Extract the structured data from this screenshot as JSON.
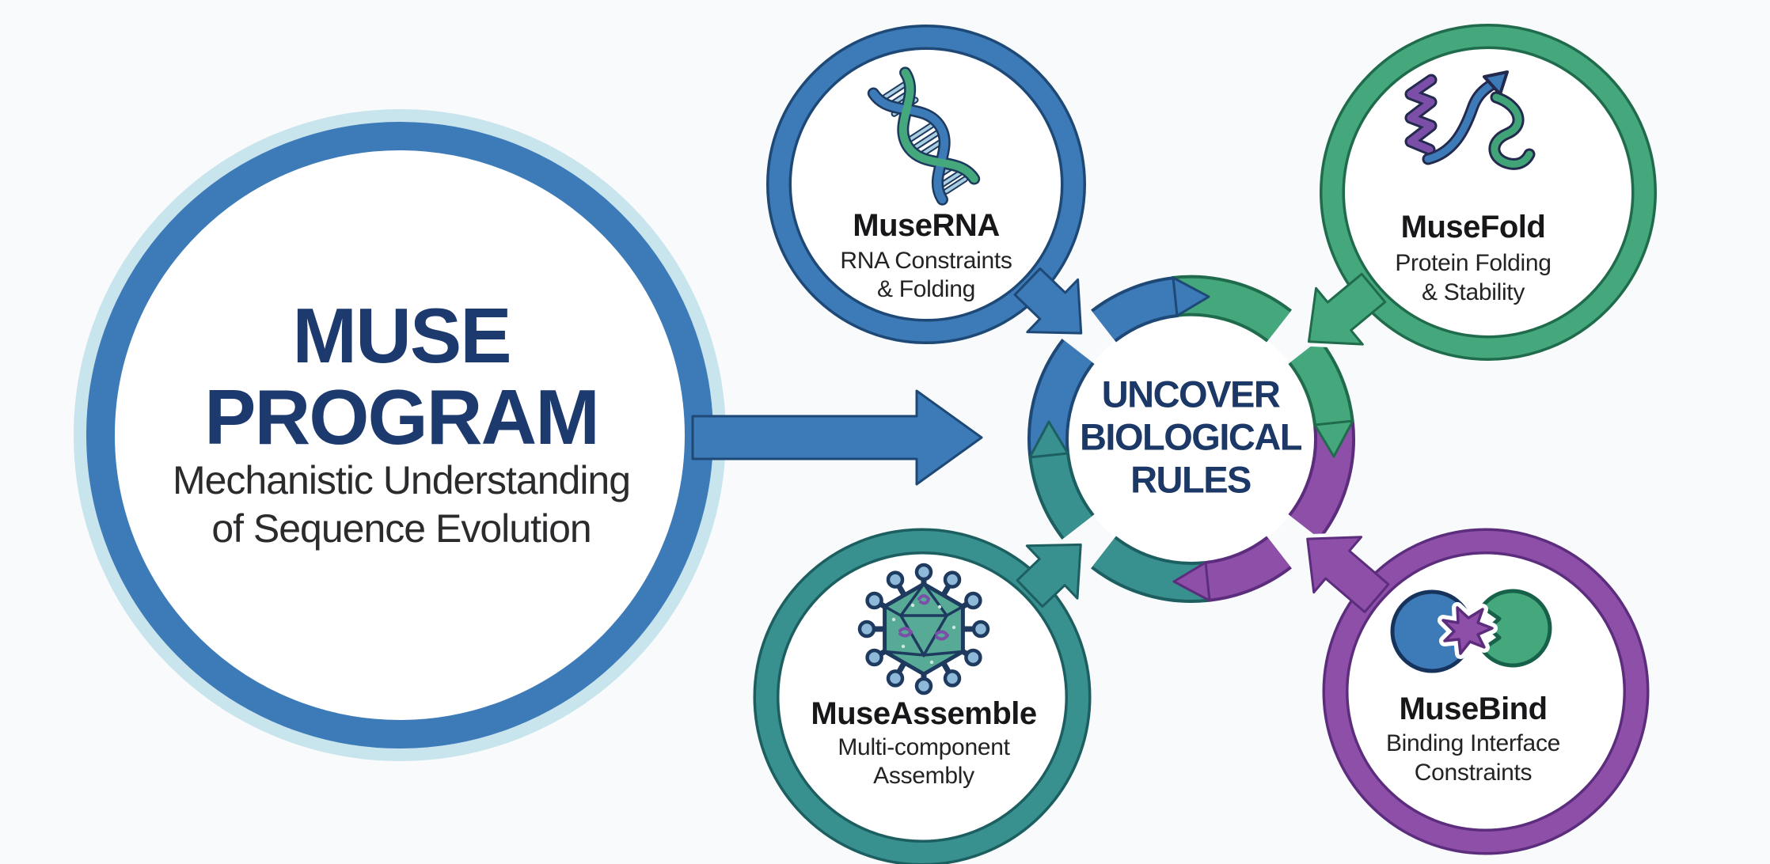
{
  "background_color": "#f8fafb",
  "palette": {
    "blue": "#3d7ab8",
    "green": "#45a87c",
    "teal": "#38908f",
    "purple": "#8e4fa8",
    "navy_text": "#1d3a6e",
    "dark_text": "#232326",
    "hub_halo": "#c8e4ec"
  },
  "hub": {
    "title_line1": "MUSE",
    "title_line2": "PROGRAM",
    "subtitle_line1": "Mechanistic Understanding",
    "subtitle_line2": "of Sequence Evolution",
    "ring_color": "#3d7ab8"
  },
  "center": {
    "line1": "UNCOVER",
    "line2": "BIOLOGICAL",
    "line3": "RULES",
    "segment_colors": [
      "#3d7ab8",
      "#45a87c",
      "#8e4fa8",
      "#38908f"
    ]
  },
  "modules": [
    {
      "name": "MuseRNA",
      "desc_line1": "RNA Constraints",
      "desc_line2": "& Folding",
      "color": "#3d7ab8",
      "icon": "dna-helix-icon"
    },
    {
      "name": "MuseFold",
      "desc_line1": "Protein Folding",
      "desc_line2": "& Stability",
      "color": "#45a87c",
      "icon": "protein-ribbon-icon"
    },
    {
      "name": "MuseAssemble",
      "desc_line1": "Multi-component",
      "desc_line2": "Assembly",
      "color": "#38908f",
      "icon": "virus-capsid-icon"
    },
    {
      "name": "MuseBind",
      "desc_line1": "Binding Interface",
      "desc_line2": "Constraints",
      "color": "#8e4fa8",
      "icon": "binding-interface-icon"
    }
  ]
}
